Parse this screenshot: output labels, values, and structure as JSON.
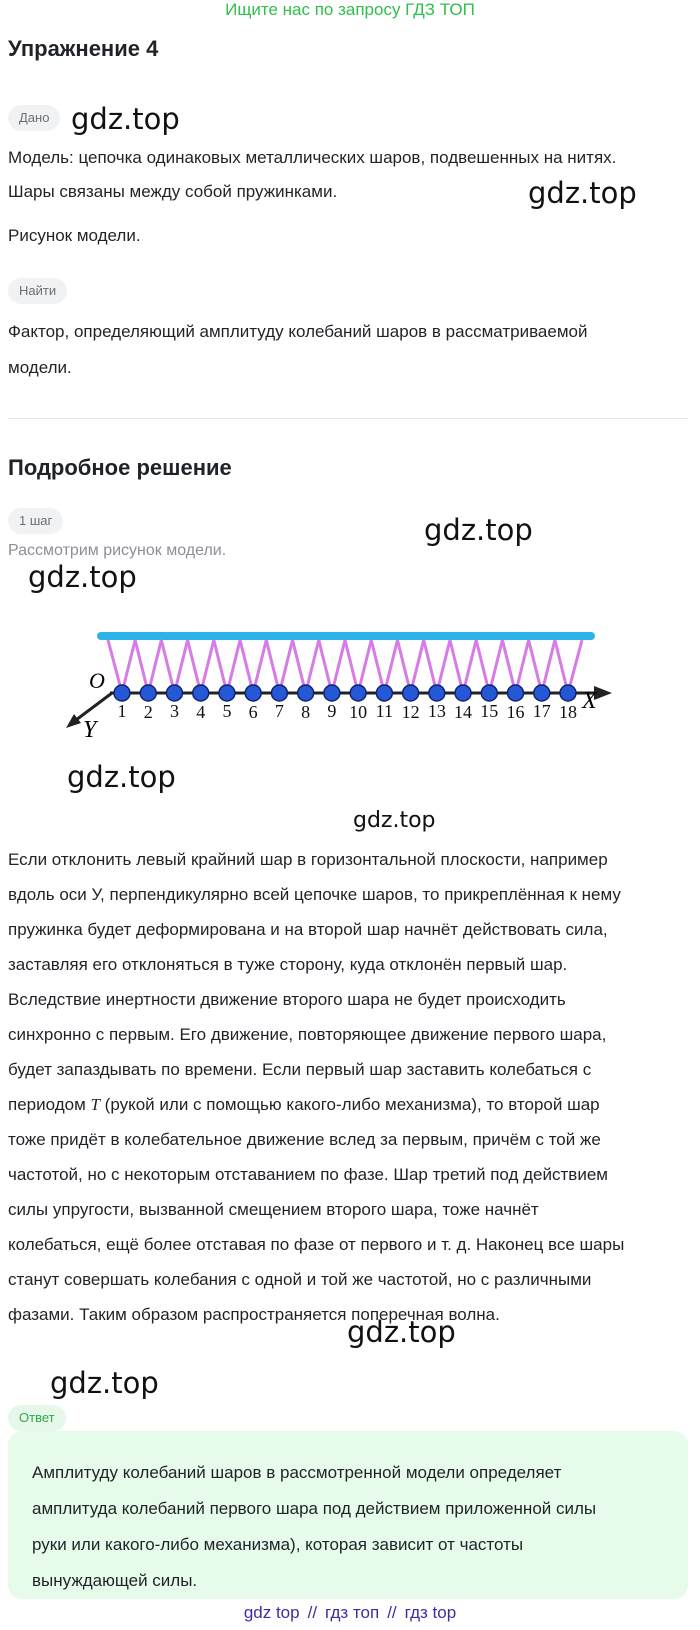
{
  "banner": "Ищите нас по запросу ГДЗ ТОП",
  "title": "Упражнение 4",
  "given_tag": "Дано",
  "given_lines": [
    "Модель: цепочка одинаковых металлических шаров, подвешенных на нитях.",
    "Шары связаны между собой пружинками.",
    "Рисунок модели."
  ],
  "find_tag": "Найти",
  "find_text": "Фактор, определяющий амплитуду колебаний шаров в рассматриваемой модели.",
  "solution_title": "Подробное решение",
  "step_tag": "1 шаг",
  "step_intro": "Рассмотрим рисунок модели.",
  "figure": {
    "origin_label": "O",
    "x_axis_label": "X",
    "y_axis_label": "Y",
    "ball_numbers": [
      "1",
      "2",
      "3",
      "4",
      "5",
      "6",
      "7",
      "8",
      "9",
      "10",
      "11",
      "12",
      "13",
      "14",
      "15",
      "16",
      "17",
      "18"
    ],
    "colors": {
      "bar": "#2bb2e8",
      "spring": "#d77ce6",
      "ball": "#2458d6",
      "axis": "#222222"
    }
  },
  "explanation": [
    "Если отклонить левый крайний шар в горизонтальной плоскости, например",
    "вдоль оси У, перпендикулярно всей цепочке шаров, то прикреплённая к нему",
    "пружинка будет деформирована и на второй шар начнёт действовать сила,",
    "заставляя его отклоняться в туже сторону, куда отклонён первый шар.",
    "Вследствие инертности движение второго шара не будет происходить",
    "синхронно с первым. Его движение, повторяющее движение первого шара,",
    "будет запаздывать по времени. Если первый шар заставить колебаться с",
    "периодом T (рукой или с помощью какого-либо механизма), то второй шар",
    "тоже придёт в колебательное движение вслед за первым, причём с той же",
    "частотой, но с некоторым отставанием по фазе. Шар третий под действием",
    "силы упругости, вызванной смещением второго шара, тоже начнёт",
    "колебаться, ещё более отставая по фазе от первого и т. д. Наконец все шары",
    "станут совершать колебания с одной и той же частотой, но с различными",
    "фазами. Таким образом распространяется поперечная волна."
  ],
  "answer_tag": "Ответ",
  "answer_lines": [
    "Амплитуду колебаний шаров в рассмотренной модели определяет",
    "амплитуда колебаний первого шара под действием приложенной силы",
    "руки или какого-либо механизма), которая зависит от частоты",
    "вынуждающей силы."
  ],
  "watermark": "gdz.top",
  "footer": {
    "a": "gdz top",
    "b": "гдз топ",
    "c": "гдз top",
    "sep": "//"
  }
}
